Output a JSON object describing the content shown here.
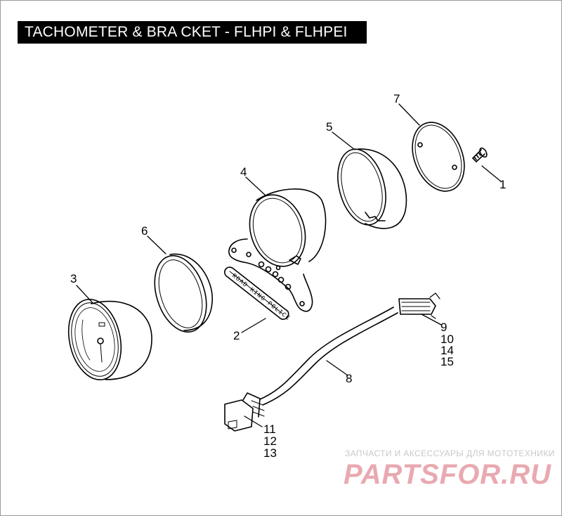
{
  "title": "TACHOMETER & BRA CKET - FLHPI & FLHPEI",
  "callouts": {
    "c1": "1",
    "c2": "2",
    "c3": "3",
    "c4": "4",
    "c5": "5",
    "c6": "6",
    "c7": "7",
    "c8": "8",
    "c9": "9",
    "c10": "10",
    "c14": "14",
    "c15": "15",
    "c11": "11",
    "c12": "12",
    "c13": "13"
  },
  "badge_text": "ROAD KING POLICE",
  "watermark": {
    "tagline": "ЗАПЧАСТИ И АКСЕССУАРЫ ДЛЯ МОТОТЕХНИКИ",
    "logo": "PARTSFOR.RU",
    "color": "#e9a9b1"
  }
}
